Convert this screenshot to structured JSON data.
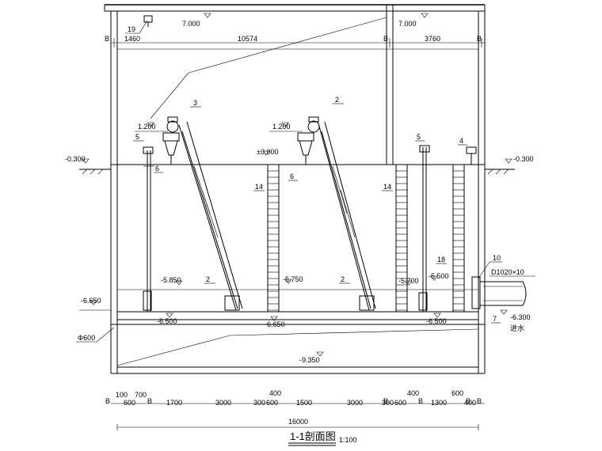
{
  "title": "1-1剖面图",
  "scale": "1:100",
  "elevations": {
    "roof_left": "7.000",
    "roof_right": "7.000",
    "ground_left": "-0.300",
    "ground_right": "-0.300",
    "platform_a": "1.200",
    "platform_b": "1.200",
    "zero": "±0.000",
    "water_a": "-5.850",
    "water_b": "-5.750",
    "water_c": "-5.700",
    "water_d": "-5.500",
    "channel_left": "-6.650",
    "floor_a": "-6.500",
    "floor_b": "-6.650",
    "floor_c": "-6.500",
    "pipe_invert": "-6.300",
    "bottom": "-9.350"
  },
  "tags": {
    "t19": "19",
    "t3": "3",
    "t2a": "2",
    "t5a": "5",
    "t6a": "6",
    "t6b": "6",
    "t14a": "14",
    "t14b": "14",
    "t5b": "5",
    "t4": "4",
    "t18": "18",
    "t10": "10",
    "t2b": "2",
    "t2c": "2",
    "t7": "7"
  },
  "labels": {
    "pipe": "D1020×10",
    "inlet": "进水",
    "phi": "Φ600"
  },
  "axes": {
    "top_b1": "B",
    "top_b2": "B",
    "top_b3": "B",
    "bottom": [
      "B",
      "B",
      "B",
      "B",
      "B",
      "B"
    ]
  },
  "top_dims": [
    "1460",
    "10574",
    "3760"
  ],
  "bottom_dims_upper": [
    "100",
    "700",
    "400",
    "400",
    "600"
  ],
  "bottom_dims_lower": [
    "600",
    "1700",
    "3000",
    "300",
    "600",
    "1500",
    "3000",
    "300",
    "600",
    "1300",
    "400"
  ],
  "total_dim": "16000"
}
